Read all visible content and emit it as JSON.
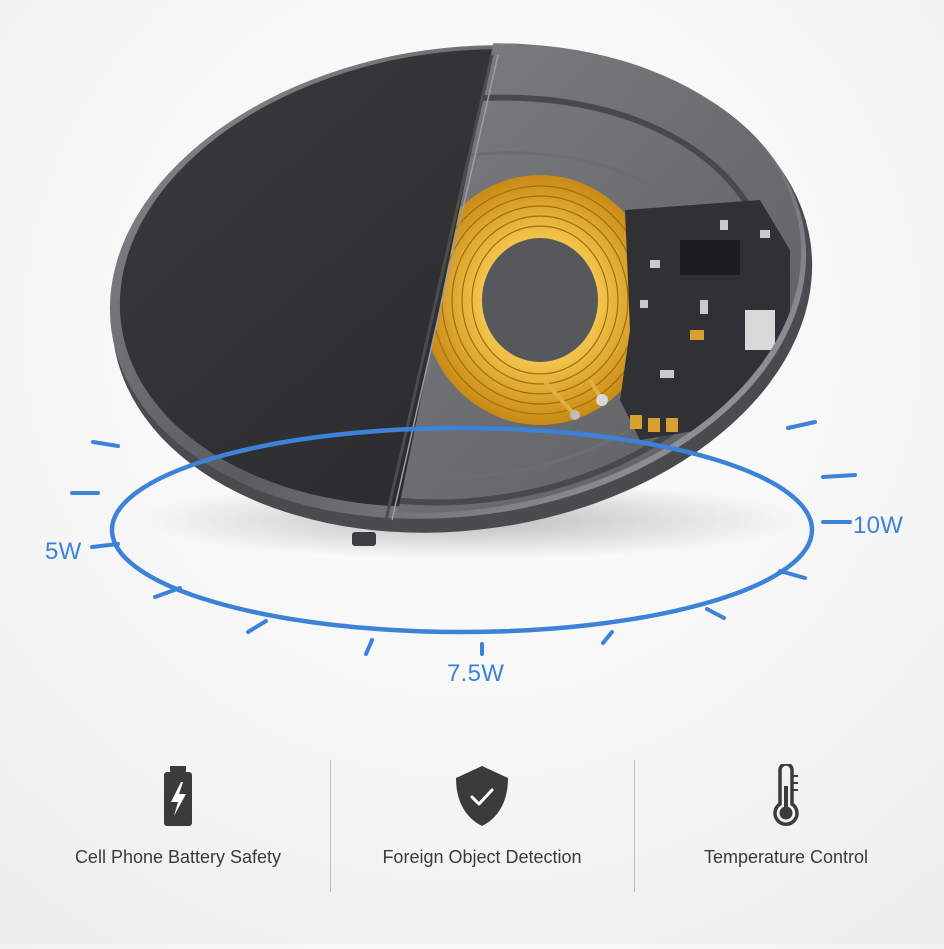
{
  "power_levels": {
    "low": "5W",
    "mid": "7.5W",
    "high": "10W"
  },
  "features": [
    {
      "label": "Cell Phone Battery Safety",
      "icon": "battery-charging-icon"
    },
    {
      "label": "Foreign Object Detection",
      "icon": "shield-check-icon"
    },
    {
      "label": "Temperature  Control",
      "icon": "thermometer-icon"
    }
  ],
  "colors": {
    "accent": "#3b82d8",
    "icon": "#3b3b3b",
    "pad_top": "#2e2e30",
    "pad_rim": "#6f7074",
    "coil": "#e2a92a",
    "pcb": "#3a3c40"
  }
}
